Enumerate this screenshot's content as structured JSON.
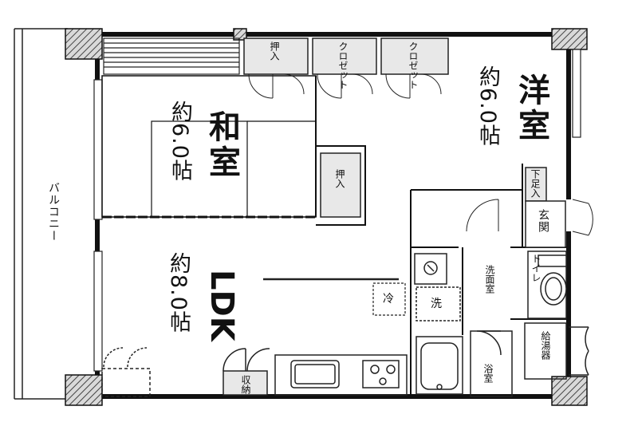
{
  "rooms": {
    "yoshitsu": {
      "name": "洋室",
      "area": "約6.0帖"
    },
    "washitsu": {
      "name": "和室",
      "area": "約6.0帖"
    },
    "ldk": {
      "name": "LDK",
      "area": "約8.0帖"
    }
  },
  "labels": {
    "balcony": "バルコニー",
    "oshiire": "押入",
    "closet": "クロゼット",
    "genkan": "玄関",
    "getabako": "下足入",
    "toilet": "トイレ",
    "senmenshitsu": "洗面室",
    "yokushitsu": "浴室",
    "kyutoki": "給湯器",
    "shuno": "収納",
    "fridge": "冷",
    "washer": "洗"
  }
}
